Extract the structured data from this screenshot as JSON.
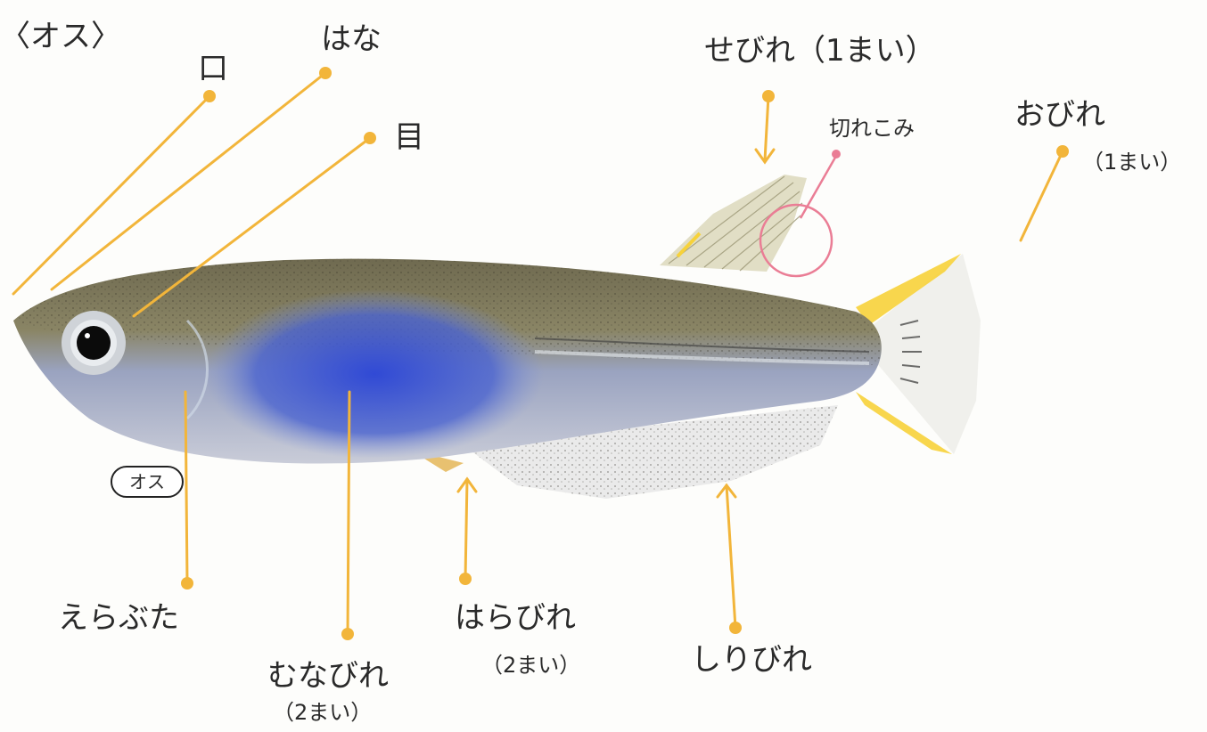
{
  "title": "〈オス〉",
  "badge": "オス",
  "labels": {
    "kuchi": "口",
    "hana": "はな",
    "me": "目",
    "sebire": "せびれ（1まい）",
    "kirekomi": "切れこみ",
    "obire": "おびれ",
    "obire_count": "（1まい）",
    "erabuta": "えらぶた",
    "munabire": "むなびれ",
    "munabire_count": "（2まい）",
    "harabire": "はらびれ",
    "harabire_count": "（2まい）",
    "shiribire": "しりびれ"
  },
  "colors": {
    "pointer": "#f2b53a",
    "highlight": "#ea7d95",
    "body_blue": "#3e55c9",
    "body_gray": "#7f7b6a",
    "fin_yellow": "#f7d23a"
  }
}
